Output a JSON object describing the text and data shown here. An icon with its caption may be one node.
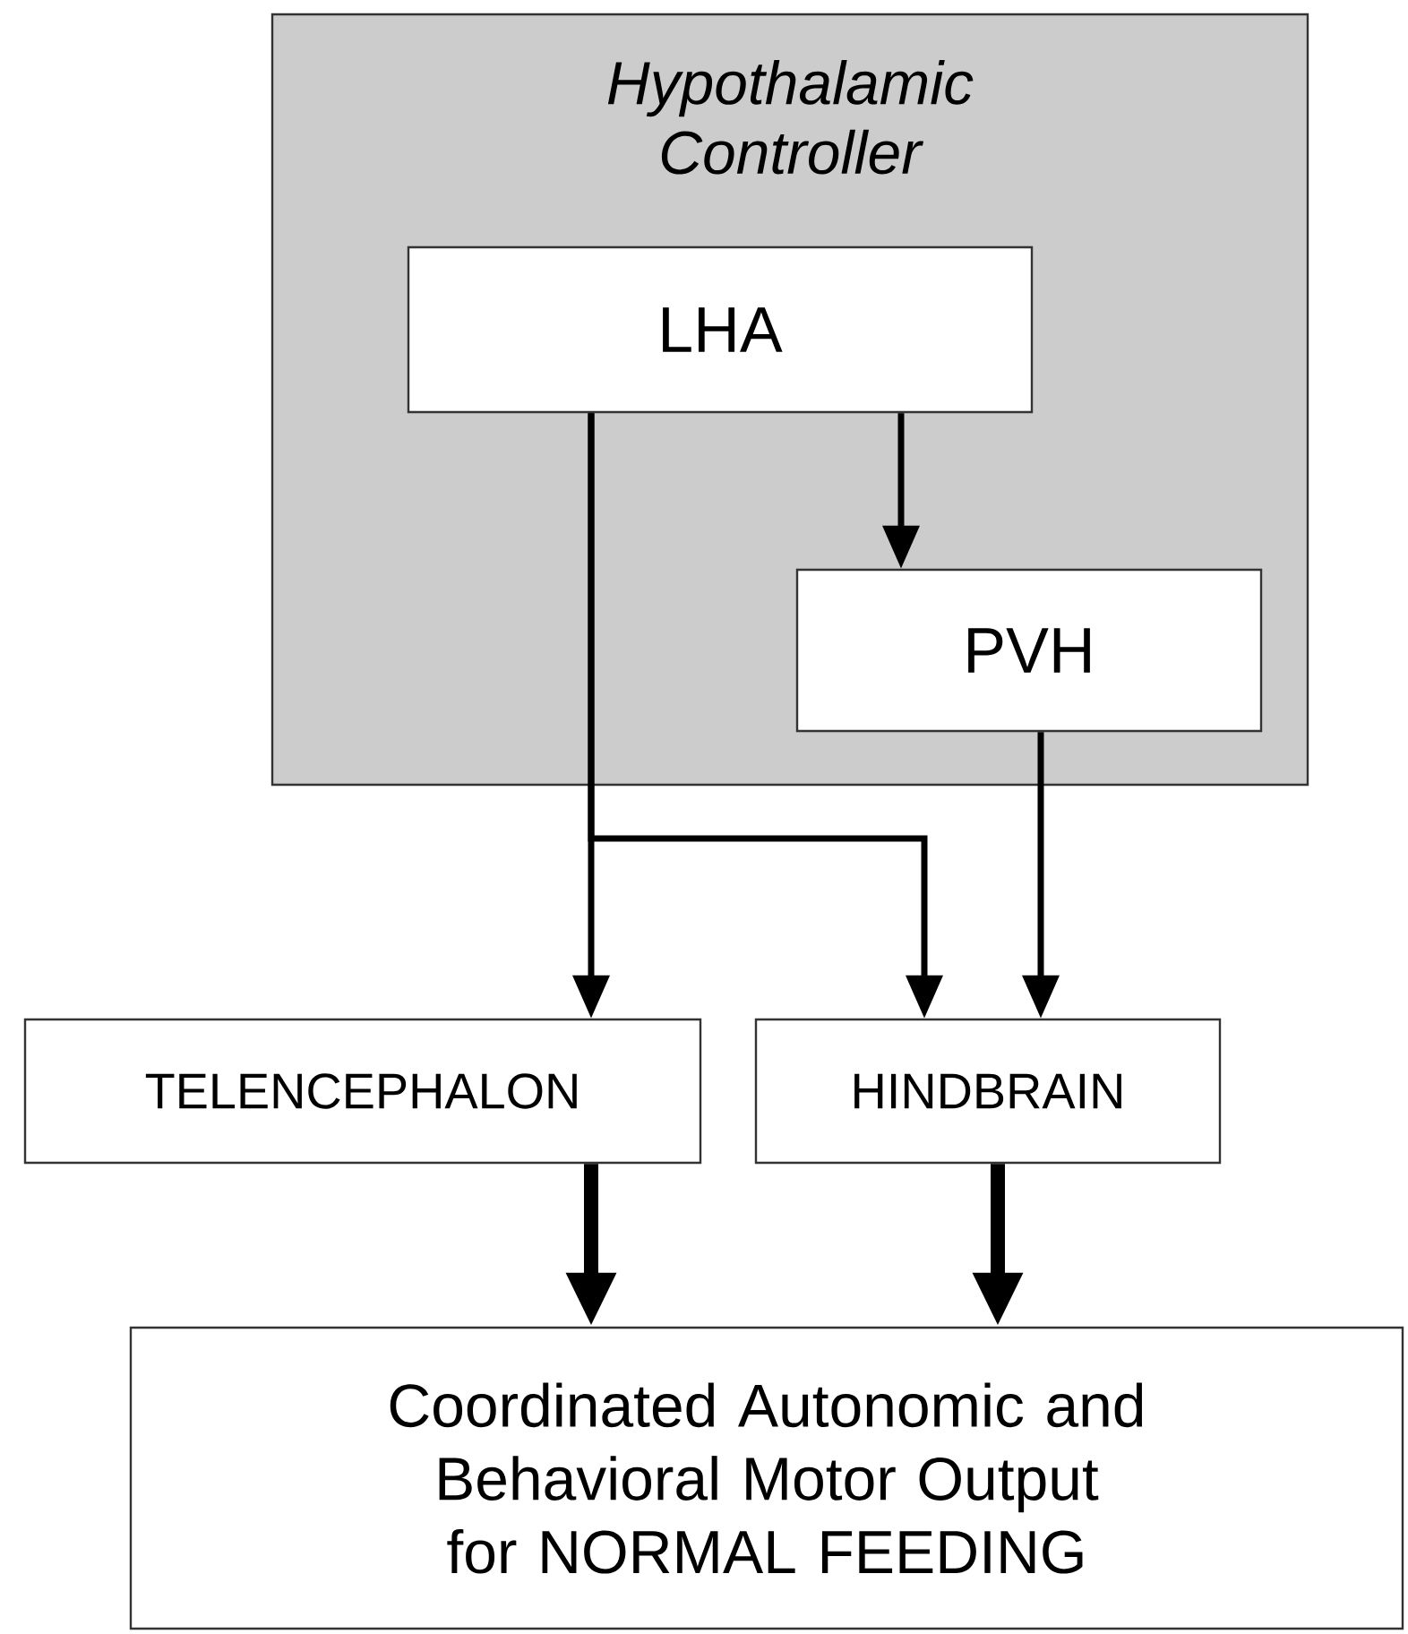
{
  "diagram": {
    "nodes": [
      {
        "text": [
          "Hypothalamic Controller"
        ]
      },
      {
        "text": [
          "LHA"
        ],
        "in": 0
      },
      {
        "text": [
          "PVH"
        ],
        "in": 0
      },
      {
        "text": [
          "TELENCEPHALON"
        ]
      },
      {
        "text": [
          "HINDBRAIN"
        ]
      },
      {
        "text": [
          "Coordinated Autonomic and Behavioral Motor Output for NORMAL FEEDING"
        ]
      }
    ],
    "edges": [
      {
        "from": 1,
        "to": 2,
        "arrow": "to"
      },
      {
        "from": 1,
        "to": 3,
        "arrow": "to"
      },
      {
        "from": 1,
        "to": 4,
        "arrow": "to"
      },
      {
        "from": 2,
        "to": 4,
        "arrow": "to"
      },
      {
        "from": 3,
        "to": 5,
        "arrow": "to",
        "style": "thick"
      },
      {
        "from": 4,
        "to": 5,
        "arrow": "to",
        "style": "thick"
      }
    ]
  }
}
